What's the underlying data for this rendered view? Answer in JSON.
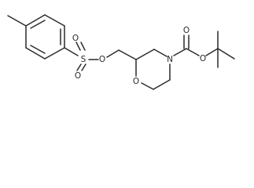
{
  "molecule": {
    "atom_labels": {
      "ester_o_1": "O",
      "ester_o_2": "O",
      "ring_o": "O",
      "ring_n": "N",
      "sulfonyl_o_top": "O",
      "sulfur": "S",
      "sulfonyl_o_bottom": "O",
      "sulfonate_o": "O"
    }
  }
}
